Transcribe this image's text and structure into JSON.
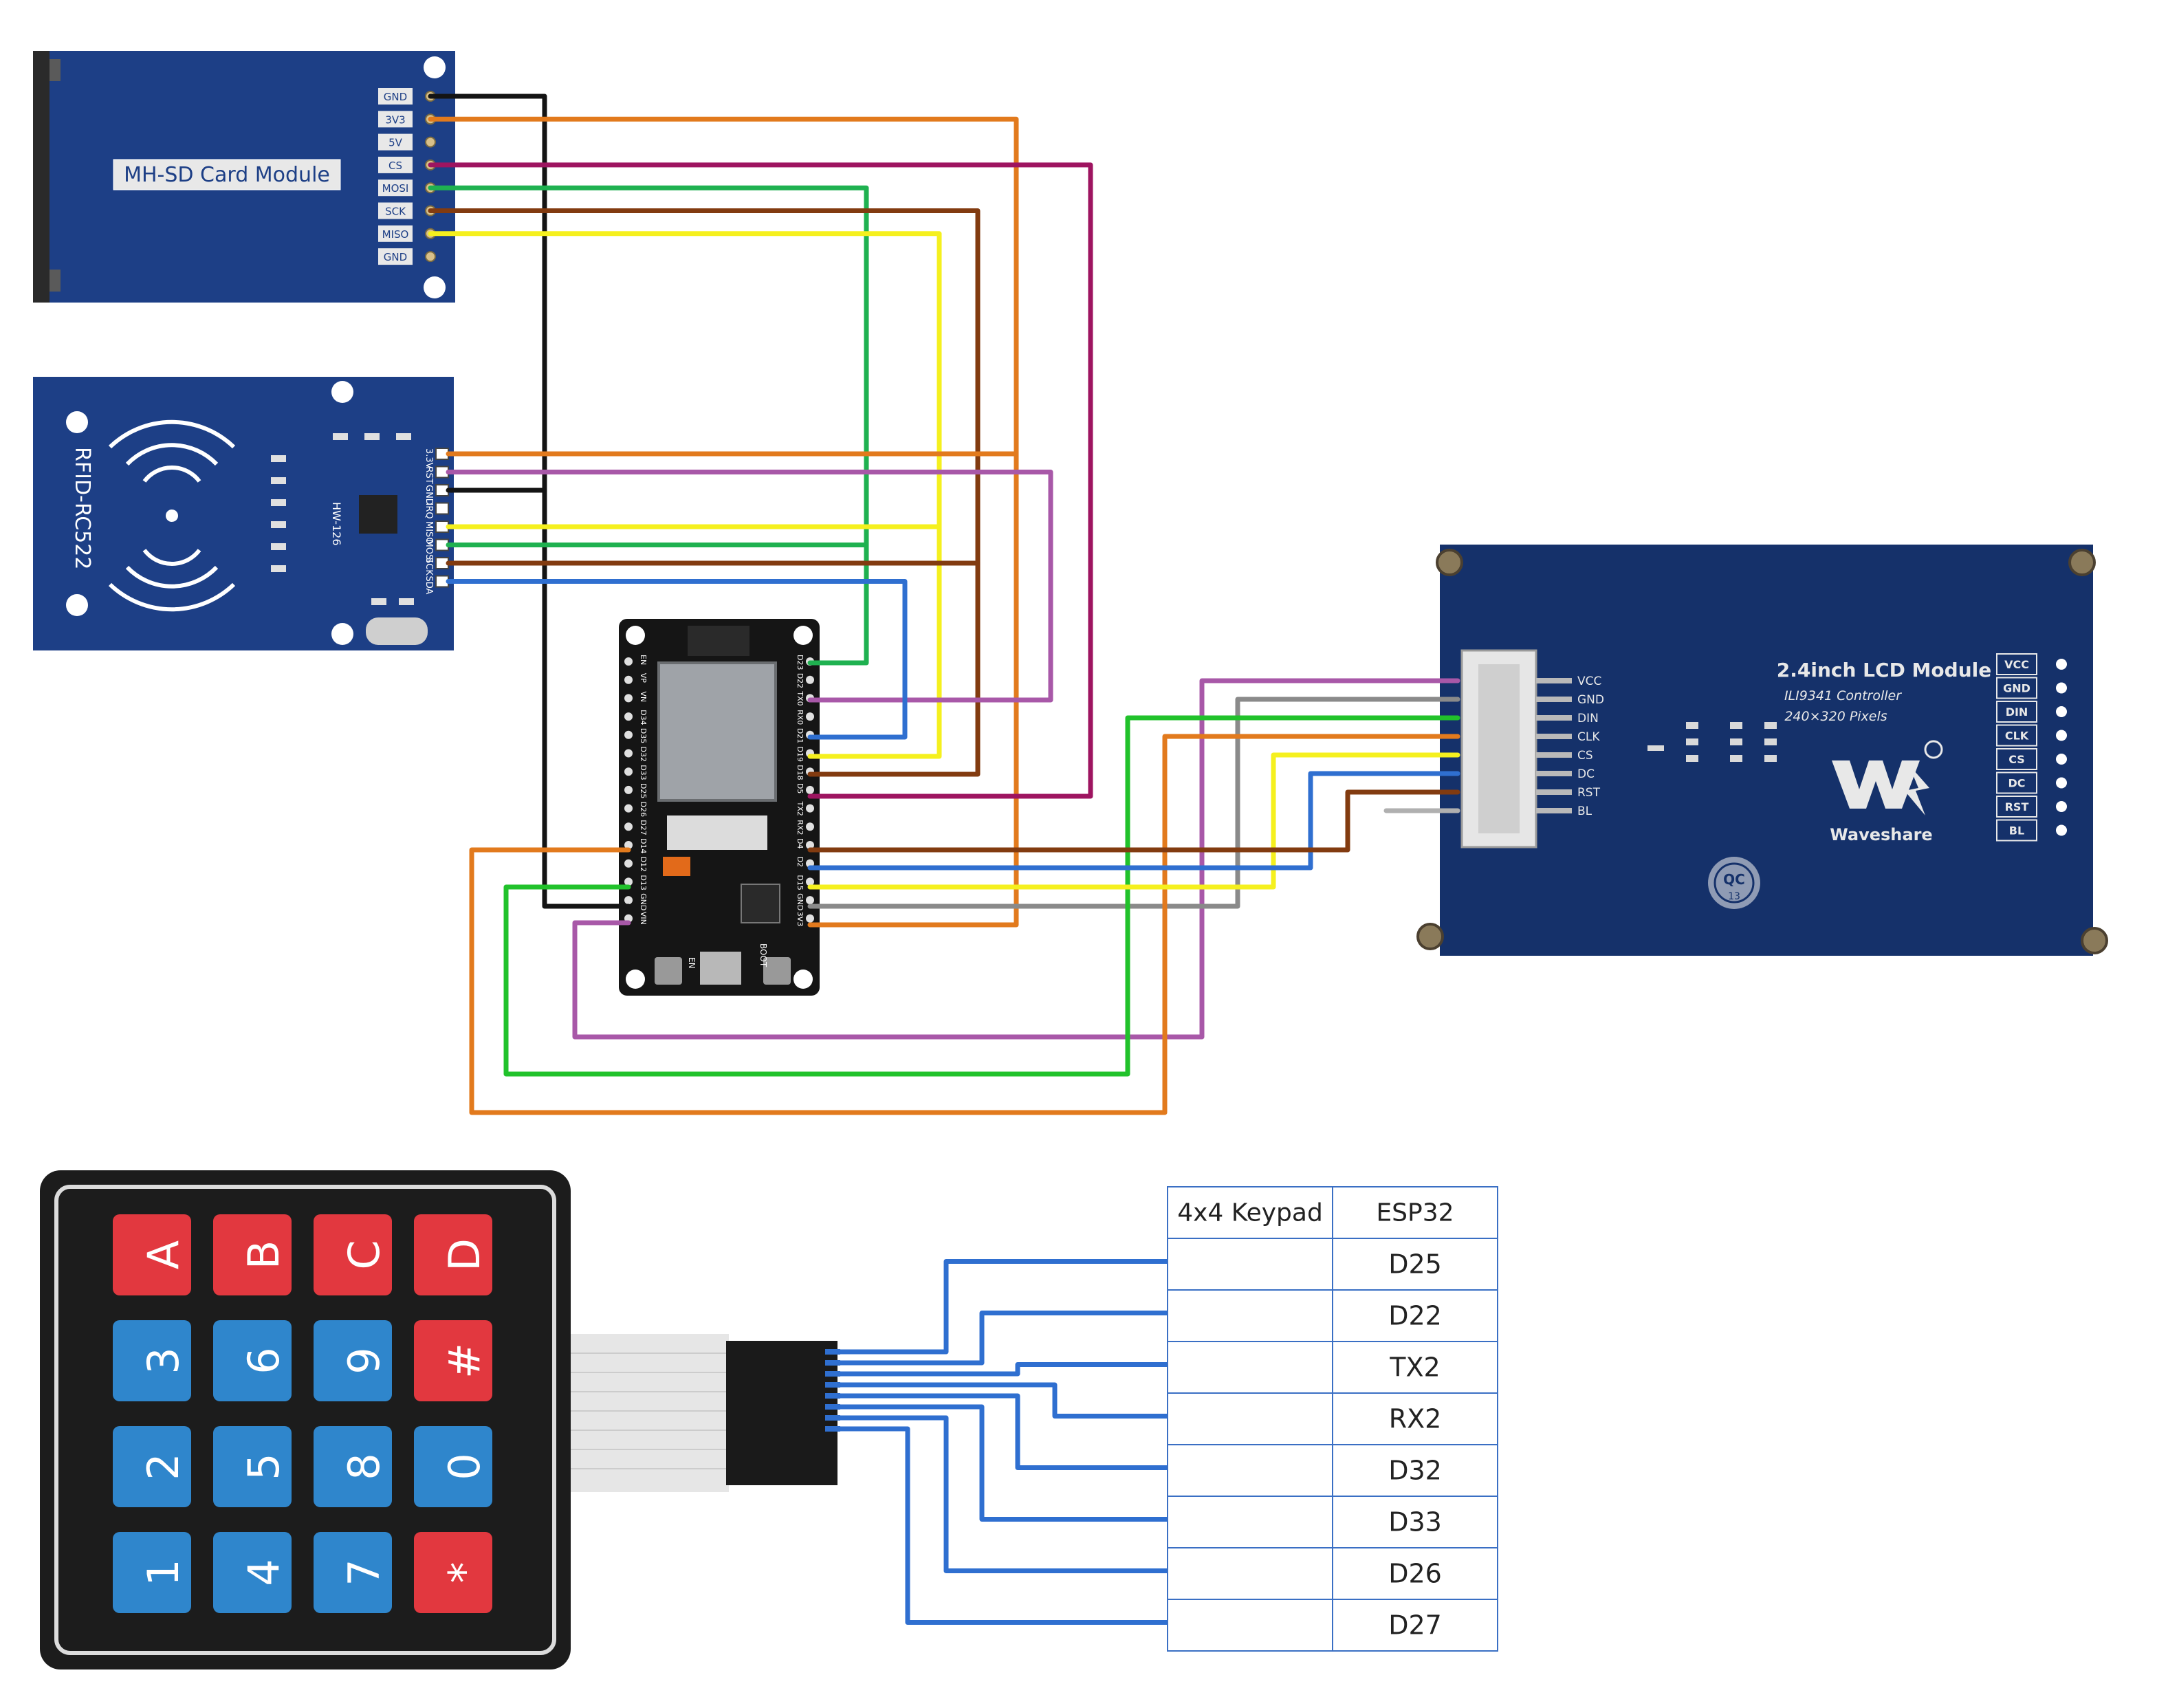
{
  "colors": {
    "board_blue": "#1d3f86",
    "lcd_blue": "#15316a",
    "esp_black": "#151515",
    "wire_black": "#141414",
    "wire_orange": "#e27a1d",
    "wire_magenta": "#9e1460",
    "wire_green": "#1fb150",
    "wire_brown": "#823b10",
    "wire_yellow": "#f5f01e",
    "wire_blue": "#2f6fd0",
    "wire_purple": "#a858a8",
    "wire_gray": "#8a8a8a",
    "wire_lime": "#21c22b",
    "key_red": "#e2383f",
    "key_blue": "#2f86cc",
    "table_border": "#3a6fc4"
  },
  "sd_module": {
    "title": "MH-SD Card Module",
    "pins": [
      "GND",
      "3V3",
      "5V",
      "CS",
      "MOSI",
      "SCK",
      "MISO",
      "GND"
    ]
  },
  "rfid_module": {
    "title": "RFID-RC522",
    "model": "HW-126",
    "pins": [
      "3.3V",
      "RST",
      "GND",
      "IRQ",
      "MISO",
      "MOSI",
      "SCK",
      "SDA"
    ]
  },
  "esp32": {
    "left_pins": [
      "EN",
      "VP",
      "VN",
      "D34",
      "D35",
      "D32",
      "D33",
      "D25",
      "D26",
      "D27",
      "D14",
      "D12",
      "D13",
      "GND",
      "VIN"
    ],
    "right_pins": [
      "D23",
      "D22",
      "TX0",
      "RX0",
      "D21",
      "D19",
      "D18",
      "D5",
      "TX2",
      "RX2",
      "D4",
      "D2",
      "D15",
      "GND",
      "3V3"
    ],
    "boot_label": "BOOT",
    "en_label": "EN"
  },
  "lcd_module": {
    "title": "2.4inch LCD Module",
    "controller": "ILI9341 Controller",
    "resolution": "240×320 Pixels",
    "brand": "Waveshare",
    "badge": "QC",
    "badge_number": "13",
    "pins": [
      "VCC",
      "GND",
      "DIN",
      "CLK",
      "CS",
      "DC",
      "RST",
      "BL"
    ]
  },
  "keypad": {
    "rows": [
      [
        "A",
        "B",
        "C",
        "D"
      ],
      [
        "3",
        "6",
        "9",
        "#"
      ],
      [
        "2",
        "5",
        "8",
        "0"
      ],
      [
        "1",
        "4",
        "7",
        "*"
      ]
    ],
    "red_keys": [
      "A",
      "B",
      "C",
      "D",
      "#",
      "*"
    ]
  },
  "pin_table": {
    "headers": [
      "4x4 Keypad",
      "ESP32"
    ],
    "rows": [
      [
        "",
        "D25"
      ],
      [
        "",
        "D22"
      ],
      [
        "",
        "TX2"
      ],
      [
        "",
        "RX2"
      ],
      [
        "",
        "D32"
      ],
      [
        "",
        "D33"
      ],
      [
        "",
        "D26"
      ],
      [
        "",
        "D27"
      ]
    ]
  }
}
